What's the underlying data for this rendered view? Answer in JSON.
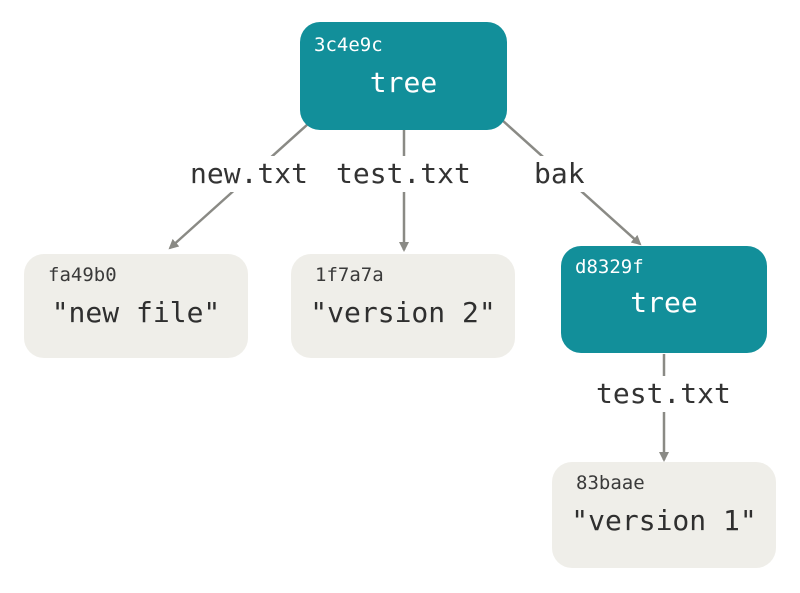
{
  "nodes": {
    "root": {
      "hash": "3c4e9c",
      "content": "tree"
    },
    "new_file": {
      "hash": "fa49b0",
      "content": "\"new file\""
    },
    "version2": {
      "hash": "1f7a7a",
      "content": "\"version 2\""
    },
    "bak": {
      "hash": "d8329f",
      "content": "tree"
    },
    "version1": {
      "hash": "83baae",
      "content": "\"version 1\""
    }
  },
  "edges": {
    "root_new": "new.txt",
    "root_test": "test.txt",
    "root_bak": "bak",
    "bak_test": "test.txt"
  },
  "colors": {
    "tree": "#128f9a",
    "blob": "#efeee9",
    "arrow": "#8a8a85"
  }
}
